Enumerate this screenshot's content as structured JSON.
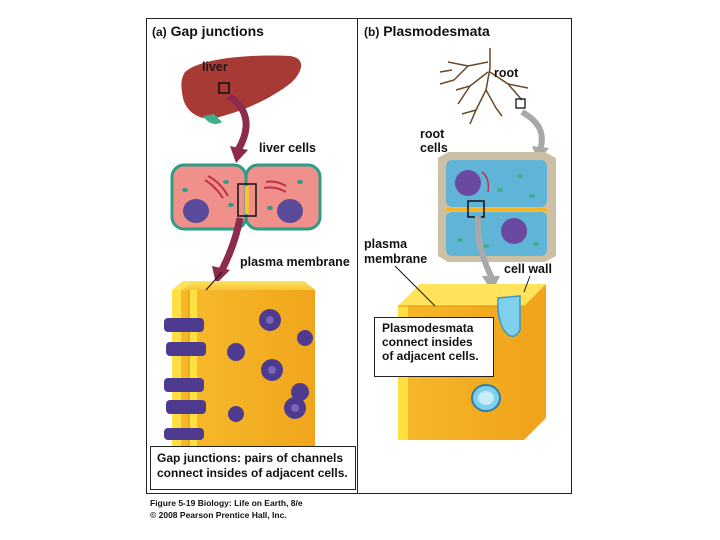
{
  "panel_a": {
    "letter": "(a)",
    "title": "Gap junctions",
    "labels": {
      "liver": "liver",
      "liver_cells": "liver cells",
      "plasma_membrane": "plasma membrane"
    },
    "caption_line1": "Gap junctions: pairs of channels",
    "caption_line2": "connect insides of adjacent cells."
  },
  "panel_b": {
    "letter": "(b)",
    "title": "Plasmodesmata",
    "labels": {
      "root": "root",
      "root_cells_line1": "root",
      "root_cells_line2": "cells",
      "plasma_membrane_line1": "plasma",
      "plasma_membrane_line2": "membrane",
      "cell_wall": "cell wall"
    },
    "caption_line1": "Plasmodesmata",
    "caption_line2": "connect insides",
    "caption_line3": "of adjacent cells."
  },
  "figure_caption": {
    "line1_fig": "Figure 5-19",
    "line1_rest": "Biology: Life on Earth, 8/e",
    "line2": "© 2008 Pearson Prentice Hall, Inc."
  },
  "colors": {
    "liver": "#a83a36",
    "cell_pink": "#f0908a",
    "nucleus": "#5a4a9a",
    "membrane_orange": "#f5b325",
    "membrane_yellow": "#ffe040",
    "protein_purple": "#4e3b8f",
    "plant_cell": "#5fb4d8",
    "cell_wall_tan": "#cbbfa6",
    "arrow_maroon": "#8c2b4d",
    "arrow_gray": "#a8a8a8"
  }
}
